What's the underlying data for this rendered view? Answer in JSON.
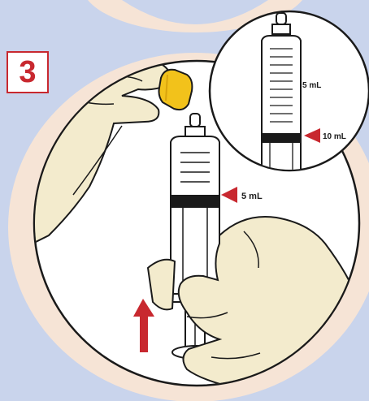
{
  "step": {
    "number": "3"
  },
  "labels": {
    "main_marker": "5 mL",
    "inset_marker_upper": "5 mL",
    "inset_marker_lower": "10 mL"
  },
  "colors": {
    "background": "#c9d4ec",
    "accent_red": "#c8282f",
    "glove": "#f3ebcd",
    "cap": "#f2c21b",
    "outline": "#1a1a1a",
    "peach_glow": "#f6e4d6"
  },
  "icons": {
    "step_badge": "number-badge",
    "arrow": "up-arrow-icon",
    "pointer": "triangle-pointer-icon"
  }
}
